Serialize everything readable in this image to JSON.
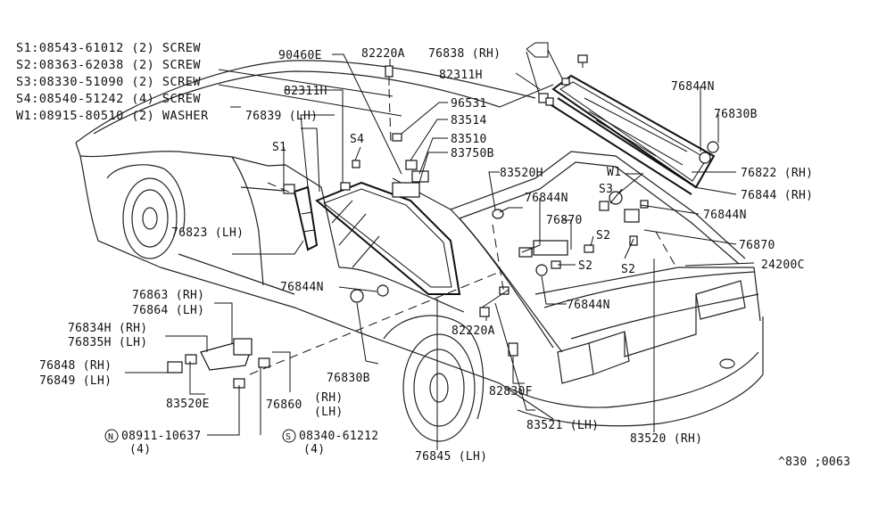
{
  "legend": {
    "s1": "S1:08543-61012 (2) SCREW",
    "s2": "S2:08363-62038 (2) SCREW",
    "s3": "S3:08330-51090 (2) SCREW",
    "s4": "S4:08540-51242 (4) SCREW",
    "w1": "W1:08915-80510 (2) WASHER"
  },
  "labels": {
    "p90460e": "90460E",
    "p82220a_top": "82220A",
    "p76838": "76838 (RH)",
    "p82311h_right": "82311H",
    "p82311h_left": "82311H",
    "p76839": "76839 (LH)",
    "p96531": "96531",
    "p83514": "83514",
    "p83510": "83510",
    "p83750b": "83750B",
    "p83520h": "83520H",
    "p76844n_a": "76844N",
    "p76844n_top": "76844N",
    "p76830b_top": "76830B",
    "p76822": "76822 (RH)",
    "p76844_rh": "76844 (RH)",
    "p76844n_b": "76844N",
    "p76870_a": "76870",
    "p76870_b": "76870",
    "p24200c": "24200C",
    "p76823": "76823 (LH)",
    "p76844n_c": "76844N",
    "p76844n_d": "76844N",
    "p82220a_bottom": "82220A",
    "p76863": "76863 (RH)",
    "p76864": "76864 (LH)",
    "p76834h": "76834H (RH)",
    "p76835h": "76835H (LH)",
    "p76848": "76848 (RH)",
    "p76849": "76849 (LH)",
    "p83520e": "83520E",
    "p76860": "76860",
    "p76860_rh": "(RH)",
    "p76860_lh": "(LH)",
    "p76830b_bottom": "76830B",
    "p82830f": "82830F",
    "p83521": "83521 (LH)",
    "p83520_rh": "83520 (RH)",
    "p76845": "76845 (LH)",
    "n_code": "08911-10637",
    "n_qty": "(4)",
    "s_code": "08340-61212",
    "s_qty": "(4)",
    "diagram_id": "^830 ;0063"
  },
  "callouts": {
    "s1": "S1",
    "s2_a": "S2",
    "s2_b": "S2",
    "s2_c": "S2",
    "s3": "S3",
    "s4": "S4",
    "w1": "W1",
    "n_symbol": "N",
    "s_symbol": "S"
  }
}
